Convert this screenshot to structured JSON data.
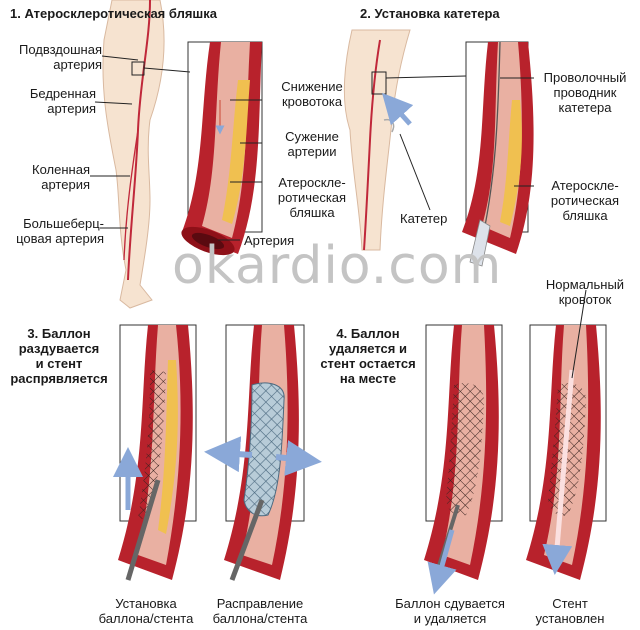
{
  "panels": {
    "p1": {
      "title": "1. Атеросклеротическая бляшка",
      "labels": {
        "iliac": "Подвздошная\nартерия",
        "femoral": "Бедренная\nартерия",
        "popliteal": "Коленная\nартерия",
        "tibial": "Большеберц-\nцовая артерия",
        "flow_reduction": "Снижение\nкровотока",
        "narrowing": "Сужение\nартерии",
        "plaque": "Атероскле-\nротическая\nбляшка",
        "artery": "Артерия"
      }
    },
    "p2": {
      "title": "2. Установка катетера",
      "labels": {
        "guidewire": "Проволочный\nпроводник\nкатетера",
        "plaque": "Атероскле-\nротическая\nбляшка",
        "catheter": "Катетер"
      }
    },
    "p3": {
      "title": "3. Баллон\nраздувается\nи стент\nраспрявляется",
      "captions": {
        "placement": "Установка\nбаллона/стента",
        "expansion": "Расправление\nбаллона/стента"
      }
    },
    "p4": {
      "title": "4. Баллон\nудаляется и\nстент остается\nна месте",
      "normal_flow": "Нормальный\nкровоток",
      "captions": {
        "deflate": "Баллон сдувается\nи удаляется",
        "installed": "Стент\nустановлен"
      }
    }
  },
  "watermark": "okardio.com",
  "colors": {
    "artery": "#b8222c",
    "artery_dark": "#8e1018",
    "lumen": "#e9b0a2",
    "plaque": "#f0c050",
    "skin": "#f6e3d0",
    "stent": "#7a9cb0",
    "arrow": "#8aa8d8"
  }
}
